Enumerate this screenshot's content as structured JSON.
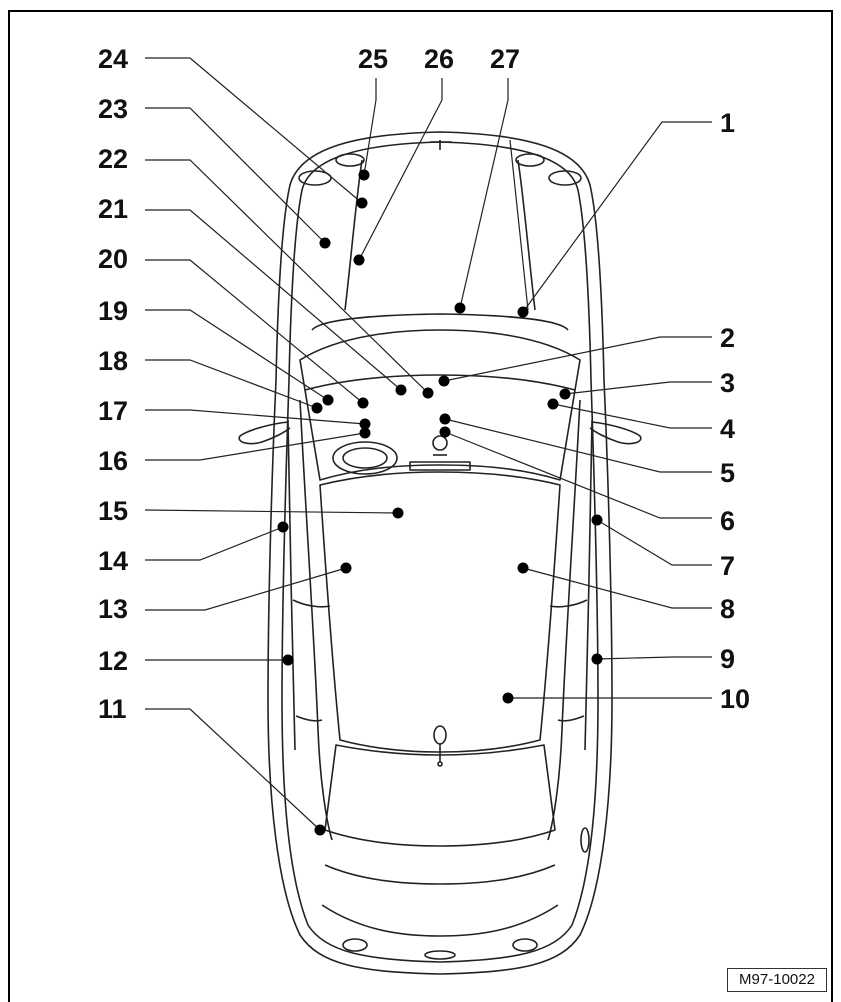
{
  "figure": {
    "reference_code": "M97-10022"
  },
  "callouts": [
    {
      "id": "1",
      "label": "1"
    },
    {
      "id": "2",
      "label": "2"
    },
    {
      "id": "3",
      "label": "3"
    },
    {
      "id": "4",
      "label": "4"
    },
    {
      "id": "5",
      "label": "5"
    },
    {
      "id": "6",
      "label": "6"
    },
    {
      "id": "7",
      "label": "7"
    },
    {
      "id": "8",
      "label": "8"
    },
    {
      "id": "9",
      "label": "9"
    },
    {
      "id": "10",
      "label": "10"
    },
    {
      "id": "11",
      "label": "11"
    },
    {
      "id": "12",
      "label": "12"
    },
    {
      "id": "13",
      "label": "13"
    },
    {
      "id": "14",
      "label": "14"
    },
    {
      "id": "15",
      "label": "15"
    },
    {
      "id": "16",
      "label": "16"
    },
    {
      "id": "17",
      "label": "17"
    },
    {
      "id": "18",
      "label": "18"
    },
    {
      "id": "19",
      "label": "19"
    },
    {
      "id": "20",
      "label": "20"
    },
    {
      "id": "21",
      "label": "21"
    },
    {
      "id": "22",
      "label": "22"
    },
    {
      "id": "23",
      "label": "23"
    },
    {
      "id": "24",
      "label": "24"
    },
    {
      "id": "25",
      "label": "25"
    },
    {
      "id": "26",
      "label": "26"
    },
    {
      "id": "27",
      "label": "27"
    }
  ]
}
